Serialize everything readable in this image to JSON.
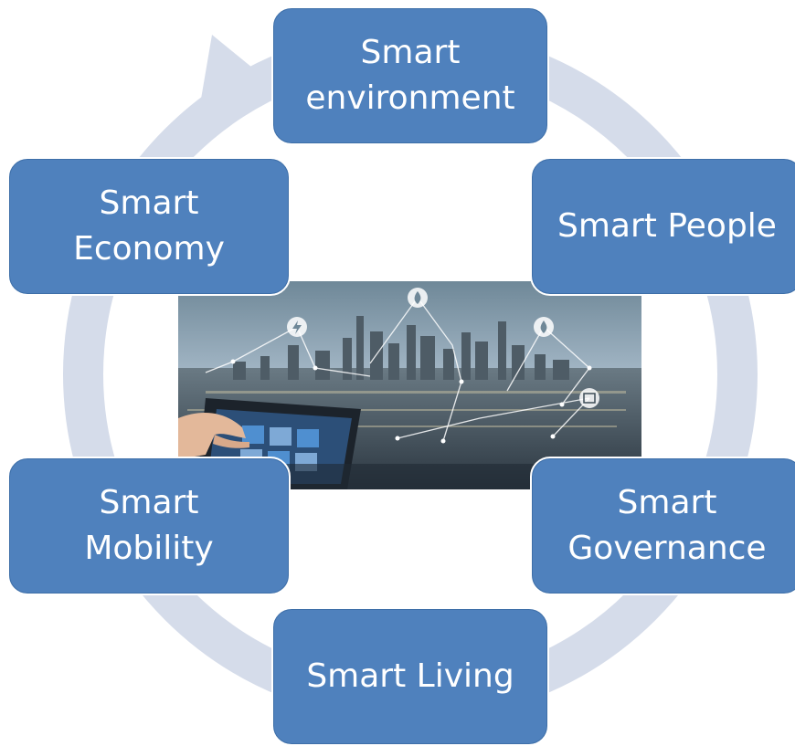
{
  "nodes": {
    "environment": {
      "line1": "Smart",
      "line2": "environment"
    },
    "economy": {
      "line1": "Smart",
      "line2": "Economy"
    },
    "people": {
      "line1": "Smart People"
    },
    "mobility": {
      "line1": "Smart",
      "line2": "Mobility"
    },
    "governance": {
      "line1": "Smart",
      "line2": "Governance"
    },
    "living": {
      "line1": "Smart Living"
    }
  },
  "colors": {
    "node_fill": "#4f81bd",
    "ring": "#d5dcea",
    "photo_sky": "#8fa7b8",
    "photo_city": "#55636e"
  },
  "icons": [
    "lightning-icon",
    "flame-icon",
    "water-drop-icon",
    "image-icon",
    "tablet-device"
  ]
}
